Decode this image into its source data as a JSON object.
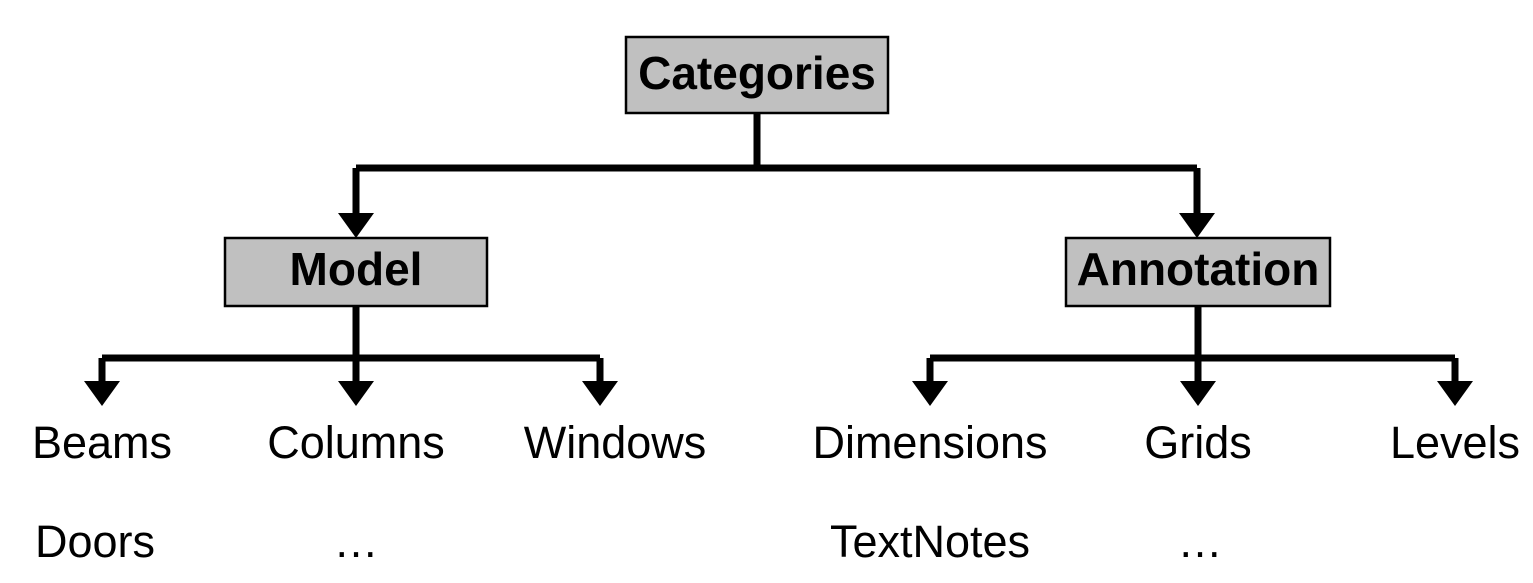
{
  "diagram": {
    "type": "hierarchy-tree",
    "title_node": {
      "label": "Categories",
      "fill_color": "#c0c0c0",
      "border_color": "#000000"
    },
    "branches": [
      {
        "label": "Model",
        "fill_color": "#c0c0c0",
        "leaves": [
          {
            "primary": "Beams",
            "secondary": "Doors"
          },
          {
            "primary": "Columns",
            "secondary": "…"
          },
          {
            "primary": "Windows",
            "secondary": ""
          }
        ]
      },
      {
        "label": "Annotation",
        "fill_color": "#c0c0c0",
        "leaves": [
          {
            "primary": "Dimensions",
            "secondary": "TextNotes"
          },
          {
            "primary": "Grids",
            "secondary": "…"
          },
          {
            "primary": "Levels",
            "secondary": ""
          }
        ]
      }
    ]
  }
}
